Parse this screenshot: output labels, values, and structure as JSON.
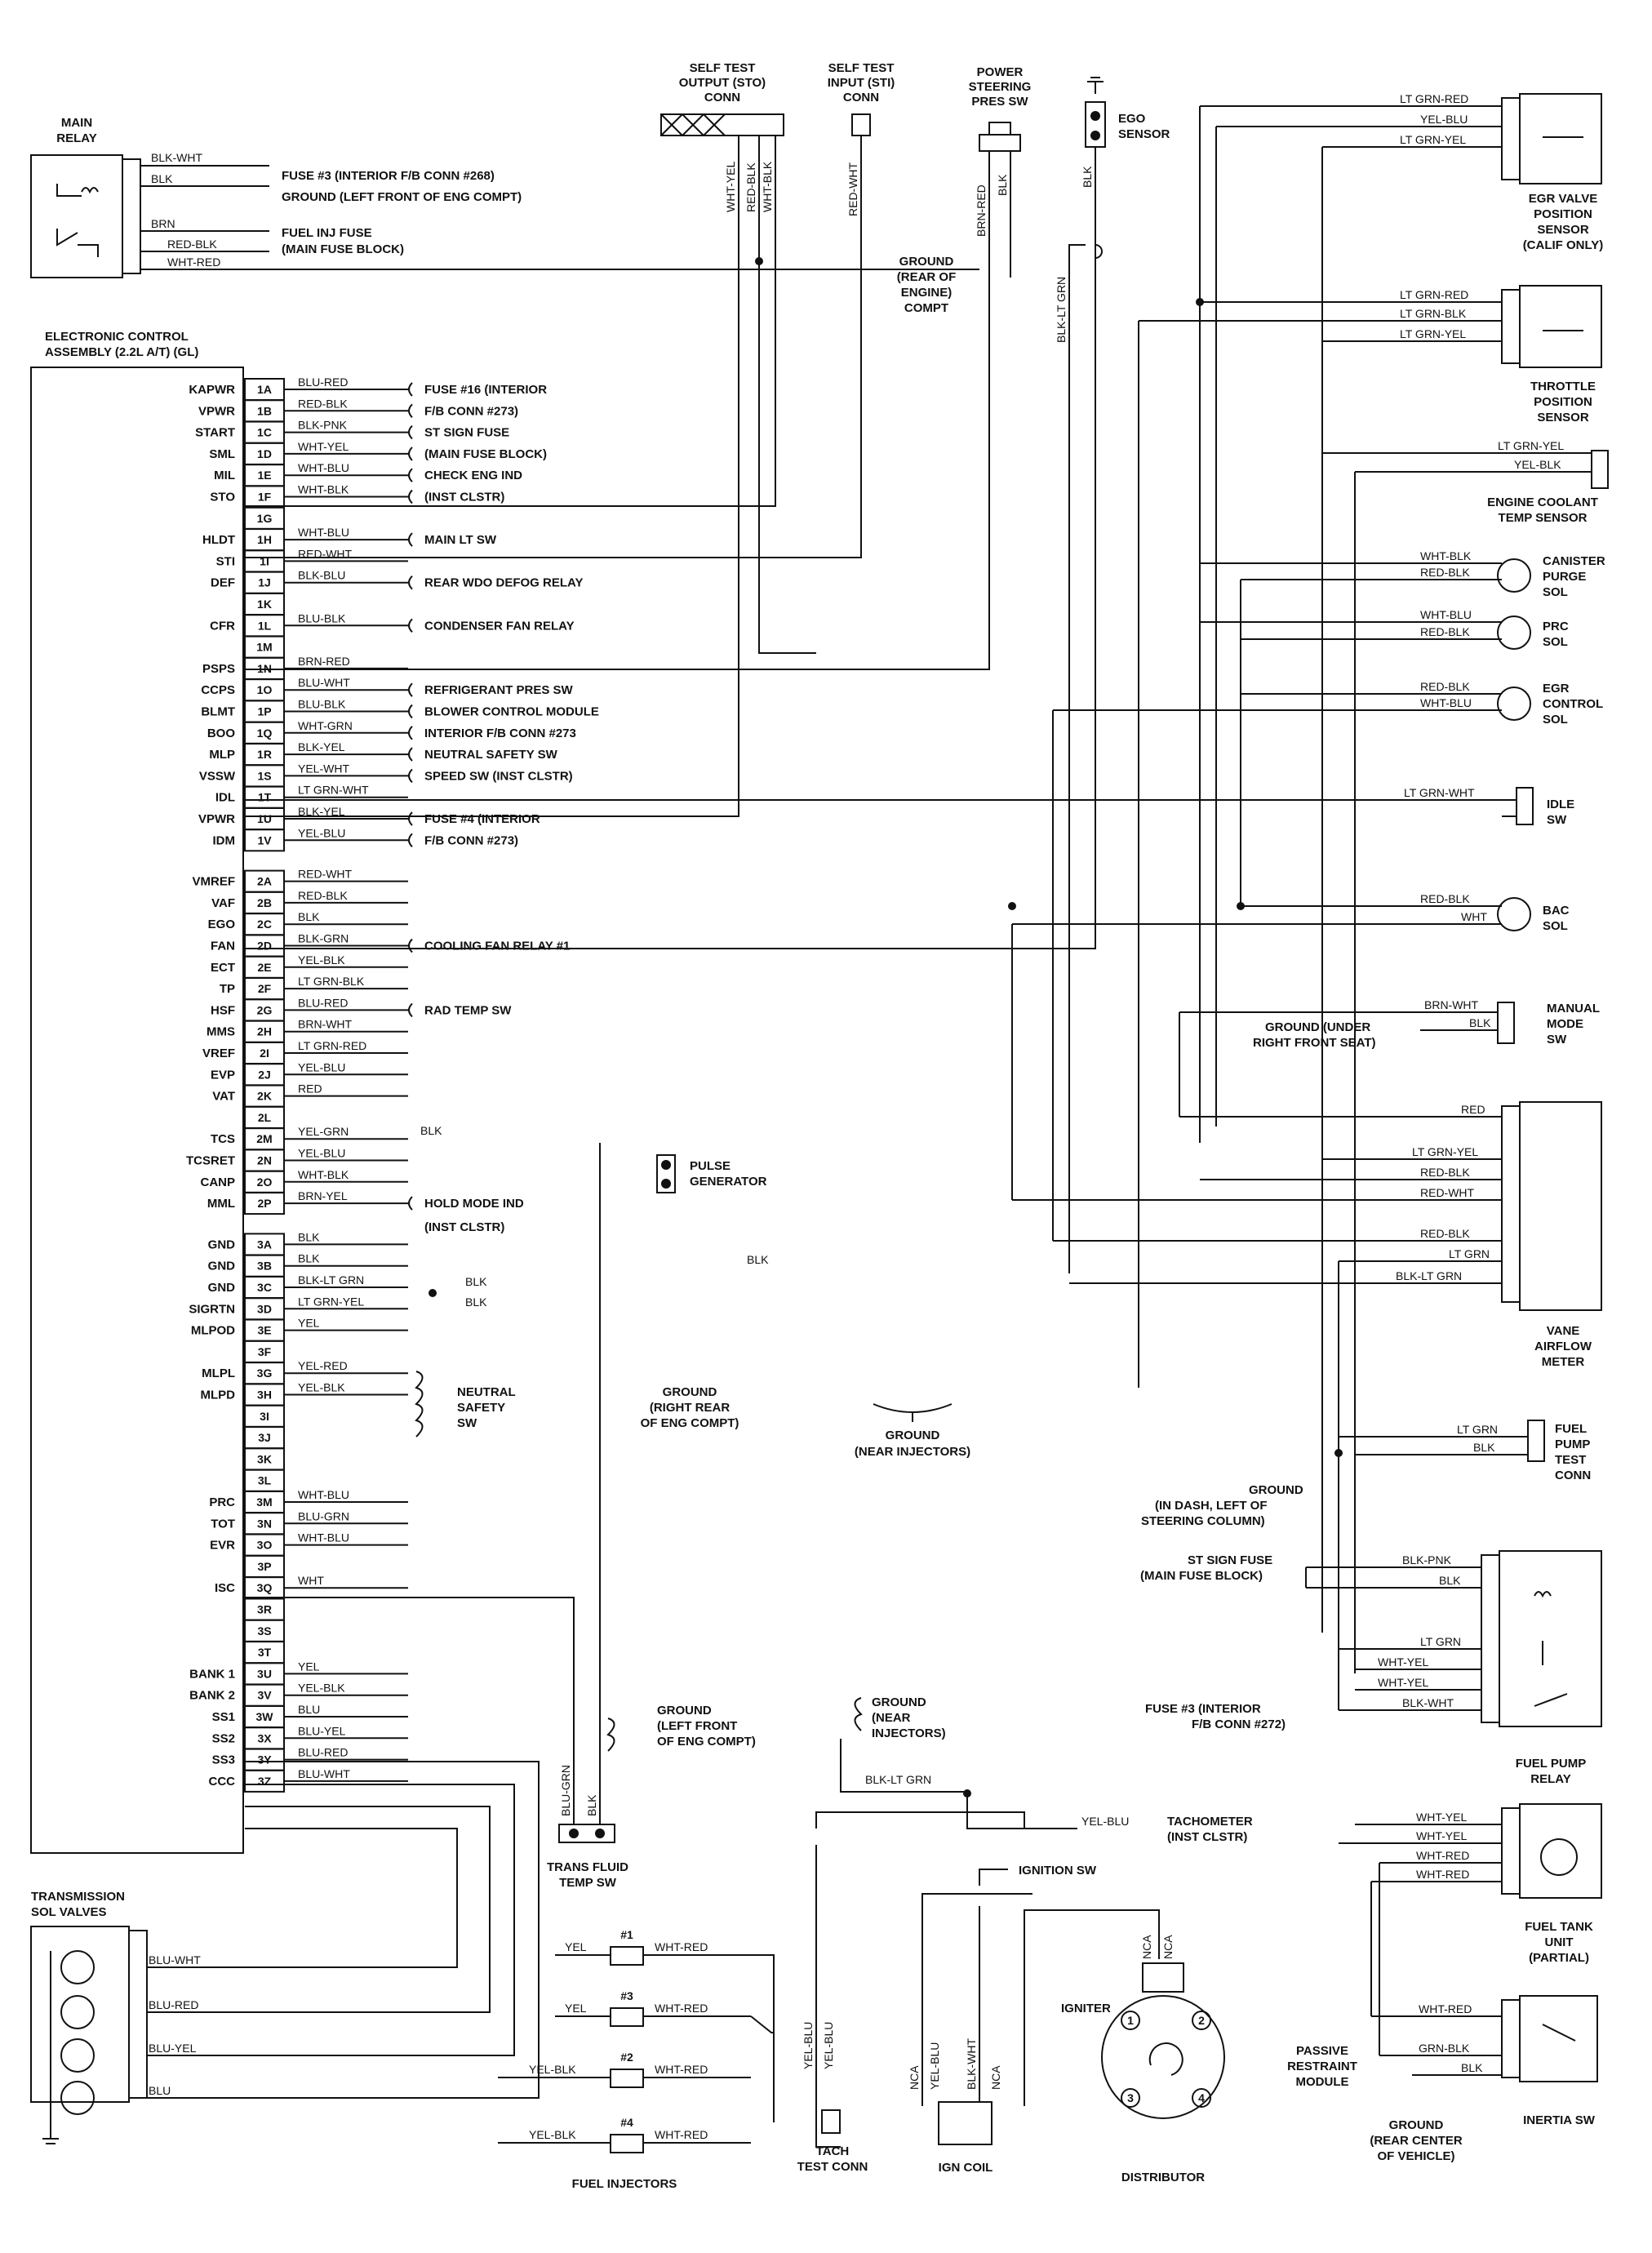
{
  "main_relay": {
    "title": [
      "MAIN",
      "RELAY"
    ],
    "wires": [
      {
        "color": "BLK-WHT",
        "dest": "FUSE #3 (INTERIOR F/B CONN #268)"
      },
      {
        "color": "BLK",
        "dest": "GROUND (LEFT FRONT OF ENG COMPT)"
      },
      {
        "color": "BRN",
        "dest": "FUEL INJ FUSE"
      },
      {
        "color": "RED-BLK",
        "dest": "(MAIN FUSE BLOCK)"
      },
      {
        "color": "WHT-RED",
        "dest": ""
      }
    ]
  },
  "ecu": {
    "title": [
      "ELECTRONIC CONTROL",
      "ASSEMBLY (2.2L A/T) (GL)"
    ],
    "pins": [
      {
        "sig": "KAPWR",
        "pin": "1A",
        "wire": "BLU-RED",
        "dest": "FUSE #16 (INTERIOR"
      },
      {
        "sig": "VPWR",
        "pin": "1B",
        "wire": "RED-BLK",
        "dest": "F/B CONN #273)"
      },
      {
        "sig": "START",
        "pin": "1C",
        "wire": "BLK-PNK",
        "dest": "ST SIGN FUSE"
      },
      {
        "sig": "SML",
        "pin": "1D",
        "wire": "WHT-YEL",
        "dest": "(MAIN FUSE BLOCK)"
      },
      {
        "sig": "MIL",
        "pin": "1E",
        "wire": "WHT-BLU",
        "dest": "CHECK ENG IND"
      },
      {
        "sig": "STO",
        "pin": "1F",
        "wire": "WHT-BLK",
        "dest": "(INST CLSTR)"
      },
      {
        "sig": "",
        "pin": "1G",
        "wire": "",
        "dest": ""
      },
      {
        "sig": "HLDT",
        "pin": "1H",
        "wire": "WHT-BLU",
        "dest": "MAIN LT SW"
      },
      {
        "sig": "STI",
        "pin": "1I",
        "wire": "RED-WHT",
        "dest": ""
      },
      {
        "sig": "DEF",
        "pin": "1J",
        "wire": "BLK-BLU",
        "dest": "REAR WDO DEFOG RELAY"
      },
      {
        "sig": "",
        "pin": "1K",
        "wire": "",
        "dest": ""
      },
      {
        "sig": "CFR",
        "pin": "1L",
        "wire": "BLU-BLK",
        "dest": "CONDENSER FAN RELAY"
      },
      {
        "sig": "",
        "pin": "1M",
        "wire": "",
        "dest": ""
      },
      {
        "sig": "PSPS",
        "pin": "1N",
        "wire": "BRN-RED",
        "dest": ""
      },
      {
        "sig": "CCPS",
        "pin": "1O",
        "wire": "BLU-WHT",
        "dest": "REFRIGERANT PRES SW"
      },
      {
        "sig": "BLMT",
        "pin": "1P",
        "wire": "BLU-BLK",
        "dest": "BLOWER CONTROL MODULE"
      },
      {
        "sig": "BOO",
        "pin": "1Q",
        "wire": "WHT-GRN",
        "dest": "INTERIOR F/B CONN #273"
      },
      {
        "sig": "MLP",
        "pin": "1R",
        "wire": "BLK-YEL",
        "dest": "NEUTRAL SAFETY SW"
      },
      {
        "sig": "VSSW",
        "pin": "1S",
        "wire": "YEL-WHT",
        "dest": "SPEED SW (INST CLSTR)"
      },
      {
        "sig": "IDL",
        "pin": "1T",
        "wire": "LT GRN-WHT",
        "dest": ""
      },
      {
        "sig": "VPWR",
        "pin": "1U",
        "wire": "BLK-YEL",
        "dest": "FUSE #4 (INTERIOR"
      },
      {
        "sig": "IDM",
        "pin": "1V",
        "wire": "YEL-BLU",
        "dest": "F/B CONN #273)"
      },
      {
        "sig": "VMREF",
        "pin": "2A",
        "wire": "RED-WHT",
        "dest": ""
      },
      {
        "sig": "VAF",
        "pin": "2B",
        "wire": "RED-BLK",
        "dest": ""
      },
      {
        "sig": "EGO",
        "pin": "2C",
        "wire": "BLK",
        "dest": ""
      },
      {
        "sig": "FAN",
        "pin": "2D",
        "wire": "BLK-GRN",
        "dest": "COOLING FAN RELAY #1"
      },
      {
        "sig": "ECT",
        "pin": "2E",
        "wire": "YEL-BLK",
        "dest": ""
      },
      {
        "sig": "TP",
        "pin": "2F",
        "wire": "LT GRN-BLK",
        "dest": ""
      },
      {
        "sig": "HSF",
        "pin": "2G",
        "wire": "BLU-RED",
        "dest": "RAD TEMP SW"
      },
      {
        "sig": "MMS",
        "pin": "2H",
        "wire": "BRN-WHT",
        "dest": ""
      },
      {
        "sig": "VREF",
        "pin": "2I",
        "wire": "LT GRN-RED",
        "dest": ""
      },
      {
        "sig": "EVP",
        "pin": "2J",
        "wire": "YEL-BLU",
        "dest": ""
      },
      {
        "sig": "VAT",
        "pin": "2K",
        "wire": "RED",
        "dest": ""
      },
      {
        "sig": "",
        "pin": "2L",
        "wire": "",
        "dest": ""
      },
      {
        "sig": "TCS",
        "pin": "2M",
        "wire": "YEL-GRN",
        "dest": ""
      },
      {
        "sig": "TCSRET",
        "pin": "2N",
        "wire": "YEL-BLU",
        "dest": ""
      },
      {
        "sig": "CANP",
        "pin": "2O",
        "wire": "WHT-BLK",
        "dest": ""
      },
      {
        "sig": "MML",
        "pin": "2P",
        "wire": "BRN-YEL",
        "dest": "HOLD MODE IND"
      },
      {
        "sig": "GND",
        "pin": "3A",
        "wire": "BLK",
        "dest": ""
      },
      {
        "sig": "GND",
        "pin": "3B",
        "wire": "BLK",
        "dest": ""
      },
      {
        "sig": "GND",
        "pin": "3C",
        "wire": "BLK-LT GRN",
        "dest": ""
      },
      {
        "sig": "SIGRTN",
        "pin": "3D",
        "wire": "LT GRN-YEL",
        "dest": ""
      },
      {
        "sig": "MLPOD",
        "pin": "3E",
        "wire": "YEL",
        "dest": ""
      },
      {
        "sig": "",
        "pin": "3F",
        "wire": "",
        "dest": ""
      },
      {
        "sig": "MLPL",
        "pin": "3G",
        "wire": "YEL-RED",
        "dest": ""
      },
      {
        "sig": "MLPD",
        "pin": "3H",
        "wire": "YEL-BLK",
        "dest": ""
      },
      {
        "sig": "",
        "pin": "3I",
        "wire": "",
        "dest": ""
      },
      {
        "sig": "",
        "pin": "3J",
        "wire": "",
        "dest": ""
      },
      {
        "sig": "",
        "pin": "3K",
        "wire": "",
        "dest": ""
      },
      {
        "sig": "",
        "pin": "3L",
        "wire": "",
        "dest": ""
      },
      {
        "sig": "PRC",
        "pin": "3M",
        "wire": "WHT-BLU",
        "dest": ""
      },
      {
        "sig": "TOT",
        "pin": "3N",
        "wire": "BLU-GRN",
        "dest": ""
      },
      {
        "sig": "EVR",
        "pin": "3O",
        "wire": "WHT-BLU",
        "dest": ""
      },
      {
        "sig": "",
        "pin": "3P",
        "wire": "",
        "dest": ""
      },
      {
        "sig": "ISC",
        "pin": "3Q",
        "wire": "WHT",
        "dest": ""
      },
      {
        "sig": "",
        "pin": "3R",
        "wire": "",
        "dest": ""
      },
      {
        "sig": "",
        "pin": "3S",
        "wire": "",
        "dest": ""
      },
      {
        "sig": "",
        "pin": "3T",
        "wire": "",
        "dest": ""
      },
      {
        "sig": "BANK 1",
        "pin": "3U",
        "wire": "YEL",
        "dest": ""
      },
      {
        "sig": "BANK 2",
        "pin": "3V",
        "wire": "YEL-BLK",
        "dest": ""
      },
      {
        "sig": "SS1",
        "pin": "3W",
        "wire": "BLU",
        "dest": ""
      },
      {
        "sig": "SS2",
        "pin": "3X",
        "wire": "BLU-YEL",
        "dest": ""
      },
      {
        "sig": "SS3",
        "pin": "3Y",
        "wire": "BLU-RED",
        "dest": ""
      },
      {
        "sig": "CCC",
        "pin": "3Z",
        "wire": "BLU-WHT",
        "dest": ""
      }
    ],
    "extra_labels": {
      "inst_clstr": "(INST CLSTR)",
      "pulse": [
        "PULSE",
        "GENERATOR"
      ],
      "blk_2l": "BLK",
      "blk_3a": "BLK",
      "blk_3b": "BLK",
      "blk_top": "BLK",
      "neutral": [
        "NEUTRAL",
        "SAFETY",
        "SW"
      ],
      "ground_rr": [
        "GROUND",
        "(RIGHT REAR",
        "OF ENG COMPT)"
      ],
      "ground_inj": [
        "GROUND",
        "(NEAR INJECTORS)"
      ]
    }
  },
  "top": {
    "sto": {
      "title": [
        "SELF TEST",
        "OUTPUT (STO)",
        "CONN"
      ],
      "wires": [
        "WHT-YEL",
        "RED-BLK",
        "WHT-BLK"
      ]
    },
    "sti": {
      "title": [
        "SELF TEST",
        "INPUT (STI)",
        "CONN"
      ],
      "wires": [
        "RED-WHT"
      ]
    },
    "ps": {
      "title": [
        "POWER",
        "STEERING",
        "PRES SW"
      ],
      "wires": [
        "BRN-RED",
        "BLK"
      ]
    },
    "ground_rear": [
      "GROUND",
      "(REAR OF",
      "ENGINE)",
      "COMPT"
    ],
    "ego": {
      "title": [
        "EGO",
        "SENSOR"
      ],
      "wires": [
        "BLK",
        "BLK-LT GRN"
      ]
    }
  },
  "right": {
    "egr_pos": {
      "title": [
        "EGR VALVE",
        "POSITION",
        "SENSOR",
        "(CALIF ONLY)"
      ],
      "wires": [
        "LT GRN-RED",
        "YEL-BLU",
        "LT GRN-YEL"
      ]
    },
    "tps": {
      "title": [
        "THROTTLE",
        "POSITION",
        "SENSOR"
      ],
      "wires": [
        "LT GRN-RED",
        "LT GRN-BLK",
        "LT GRN-YEL"
      ]
    },
    "ect": {
      "title": [
        "ENGINE COOLANT",
        "TEMP SENSOR"
      ],
      "wires": [
        "LT GRN-YEL",
        "YEL-BLK"
      ]
    },
    "canister": {
      "title": [
        "CANISTER",
        "PURGE",
        "SOL"
      ],
      "wires": [
        "WHT-BLK",
        "RED-BLK"
      ]
    },
    "prc": {
      "title": [
        "PRC",
        "SOL"
      ],
      "wires": [
        "WHT-BLU",
        "RED-BLK"
      ]
    },
    "egr_ctrl": {
      "title": [
        "EGR",
        "CONTROL",
        "SOL"
      ],
      "wires": [
        "RED-BLK",
        "WHT-BLU"
      ]
    },
    "idle": {
      "title": [
        "IDLE",
        "SW"
      ],
      "wires": [
        "LT GRN-WHT"
      ]
    },
    "bac": {
      "title": [
        "BAC",
        "SOL"
      ],
      "wires": [
        "RED-BLK",
        "WHT"
      ]
    },
    "manual": {
      "title": [
        "MANUAL",
        "MODE",
        "SW"
      ],
      "wires": [
        "BRN-WHT",
        "BLK"
      ],
      "ground": [
        "GROUND (UNDER",
        "RIGHT FRONT SEAT)"
      ]
    },
    "vaf": {
      "title": [
        "VANE",
        "AIRFLOW",
        "METER"
      ],
      "wires": [
        "RED",
        "LT GRN-YEL",
        "RED-BLK",
        "RED-WHT",
        "RED-BLK",
        "LT GRN",
        "BLK-LT GRN"
      ]
    },
    "fuel_test": {
      "title": [
        "FUEL",
        "PUMP",
        "TEST",
        "CONN"
      ],
      "wires": [
        "LT GRN",
        "BLK"
      ]
    },
    "ground_dash": [
      "GROUND",
      "(IN DASH, LEFT OF",
      "STEERING COLUMN)"
    ],
    "st_sign": [
      "ST SIGN FUSE",
      "(MAIN FUSE BLOCK)"
    ],
    "fuse3": [
      "FUSE #3 (INTERIOR",
      "F/B CONN #272)"
    ],
    "fpr": {
      "title": [
        "FUEL PUMP",
        "RELAY"
      ],
      "wires": [
        "BLK-PNK",
        "BLK",
        "LT GRN",
        "WHT-YEL",
        "WHT-YEL",
        "BLK-WHT"
      ]
    },
    "tank": {
      "title": [
        "FUEL TANK",
        "UNIT",
        "(PARTIAL)"
      ],
      "wires": [
        "WHT-YEL",
        "WHT-YEL",
        "WHT-RED",
        "WHT-RED"
      ]
    },
    "inertia": {
      "title": [
        "INERTIA SW"
      ],
      "wires": [
        "WHT-RED",
        "GRN-BLK",
        "BLK"
      ]
    },
    "passive": [
      "PASSIVE",
      "RESTRAINT",
      "MODULE"
    ],
    "ground_rear_center": [
      "GROUND",
      "(REAR CENTER",
      "OF VEHICLE)"
    ]
  },
  "bottom": {
    "ground_lf": [
      "GROUND",
      "(LEFT FRONT",
      "OF ENG COMPT)"
    ],
    "trans_fluid": {
      "title": [
        "TRANS FLUID",
        "TEMP SW"
      ],
      "wires": [
        "BLU-GRN",
        "BLK"
      ]
    },
    "trans_sol": {
      "title": [
        "TRANSMISSION",
        "SOL VALVES"
      ],
      "wires": [
        "BLU-WHT",
        "BLU-RED",
        "BLU-YEL",
        "BLU"
      ]
    },
    "injectors": {
      "title": "FUEL INJECTORS",
      "items": [
        {
          "num": "#1",
          "left": "YEL",
          "right": "WHT-RED"
        },
        {
          "num": "#3",
          "left": "YEL",
          "right": "WHT-RED"
        },
        {
          "num": "#2",
          "left": "YEL-BLK",
          "right": "WHT-RED"
        },
        {
          "num": "#4",
          "left": "YEL-BLK",
          "right": "WHT-RED"
        }
      ]
    },
    "ground_inj2": [
      "GROUND",
      "(NEAR",
      "INJECTORS)"
    ],
    "blk_lt_grn": "BLK-LT GRN",
    "tach": {
      "wire": "YEL-BLU",
      "dest": [
        "TACHOMETER",
        "(INST CLSTR)"
      ],
      "conn": [
        "TACH",
        "TEST CONN"
      ],
      "wires": [
        "YEL-BLU",
        "YEL-BLU"
      ]
    },
    "ign_sw": "IGNITION SW",
    "ign_coil": {
      "title": "IGN COIL",
      "wires": [
        "NCA",
        "YEL-BLU",
        "BLK-WHT",
        "NCA"
      ]
    },
    "distributor": {
      "title": "DISTRIBUTOR",
      "igniter": "IGNITER",
      "wires": [
        "NCA",
        "NCA"
      ],
      "cyl": [
        "1",
        "2",
        "3",
        "4"
      ]
    }
  }
}
